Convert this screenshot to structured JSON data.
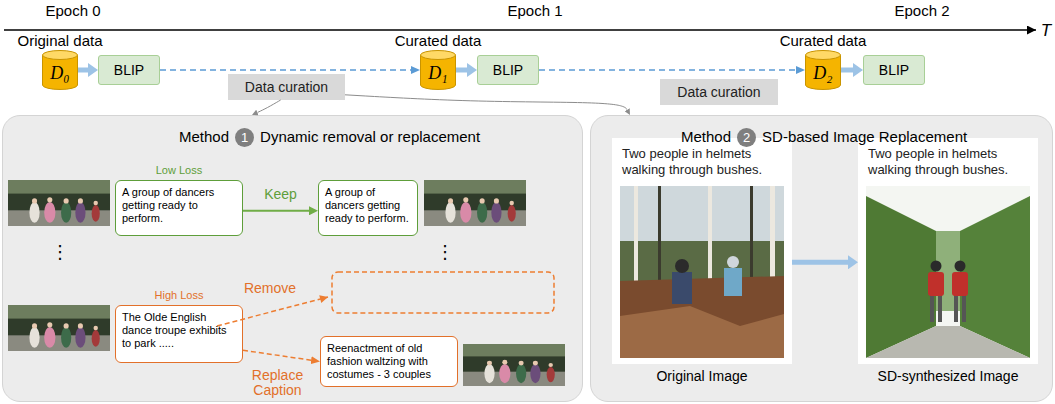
{
  "diagram": {
    "nodes": [
      {
        "text": [
          "Original data",
          "D₀"
        ]
      },
      {
        "text": [
          "BLIP"
        ]
      },
      {
        "text": [
          "Data curation"
        ]
      },
      {
        "text": [
          "Curated data",
          "D₁"
        ]
      },
      {
        "text": [
          "BLIP"
        ]
      },
      {
        "text": [
          "Data curation"
        ]
      },
      {
        "text": [
          "Curated data",
          "D₂"
        ]
      },
      {
        "text": [
          "BLIP"
        ]
      },
      {
        "text": [
          "Method",
          "1",
          "Dynamic removal or replacement"
        ]
      },
      {
        "text": [
          "Low Loss",
          "A group of dancers getting ready to perform."
        ],
        "in": 8
      },
      {
        "text": [
          "A group of dancers getting ready to perform."
        ],
        "in": 8
      },
      {
        "text": [
          "High Loss",
          "The Olde English dance troupe exhibits to park ....."
        ],
        "in": 8
      },
      {
        "text": [
          "Reenactment of old fashion waltzing with costumes - 3 couples"
        ],
        "in": 8
      },
      {
        "text": [
          "Method",
          "2",
          "SD-based Image Replacement"
        ]
      },
      {
        "text": [
          "Two people in helmets walking through bushes.",
          "Original Image"
        ],
        "in": 13
      },
      {
        "text": [
          "Two people in helmets walking through bushes.",
          "SD-synthesized Image"
        ],
        "in": 13
      }
    ],
    "edges": [
      {
        "from": 0,
        "to": 1,
        "arrow": "to"
      },
      {
        "from": 1,
        "to": 3,
        "arrow": "to"
      },
      {
        "from": 3,
        "to": 4,
        "arrow": "to"
      },
      {
        "from": 4,
        "to": 6,
        "arrow": "to"
      },
      {
        "from": 6,
        "to": 7,
        "arrow": "to"
      },
      {
        "from": 2,
        "to": 8,
        "arrow": "to"
      },
      {
        "from": 2,
        "to": 13,
        "arrow": "to"
      },
      {
        "from": 9,
        "to": 10,
        "label": "Keep",
        "arrow": "to"
      },
      {
        "from": 11,
        "to": 12,
        "label": "Replace Caption",
        "arrow": "to"
      },
      {
        "from": 14,
        "to": 15,
        "arrow": "to"
      }
    ],
    "labels": [
      "Epoch 0",
      "Epoch 1",
      "Epoch 2",
      "T",
      "⋮",
      "⋮",
      "Remove"
    ]
  }
}
